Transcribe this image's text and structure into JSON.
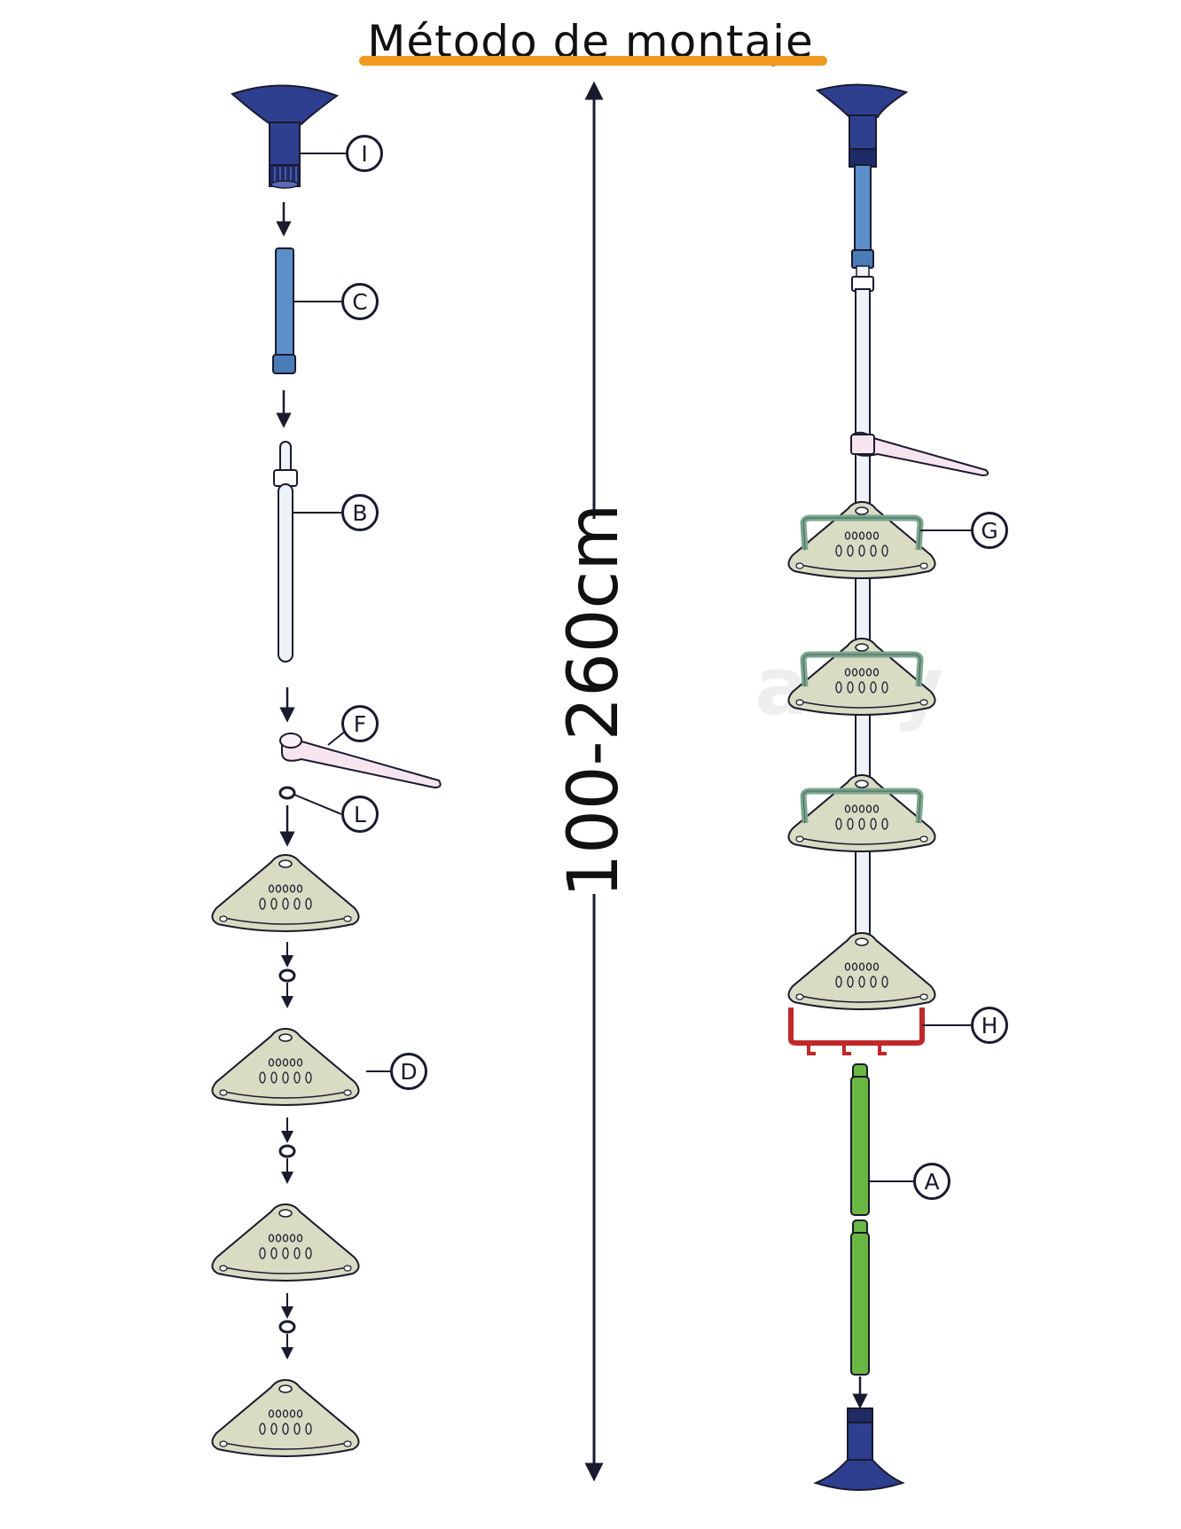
{
  "title": "Método de montaje",
  "dimension": "100-260cm",
  "watermark": "amy",
  "colors": {
    "accent": "#f29a1f",
    "navy": "#2e3f8f",
    "tube_blue": "#5b8fc9",
    "white_tube": "#eef3f8",
    "shelf": "#d9dbc3",
    "rail_green": "#7aa68d",
    "hook_red": "#c0282a",
    "pole_green": "#6ab844",
    "arm_pink": "#f6e4ee",
    "line": "#1a1a2e"
  },
  "parts": {
    "I": "I",
    "C": "C",
    "B": "B",
    "F": "F",
    "L": "L",
    "D": "D",
    "G": "G",
    "H": "H",
    "A": "A"
  }
}
